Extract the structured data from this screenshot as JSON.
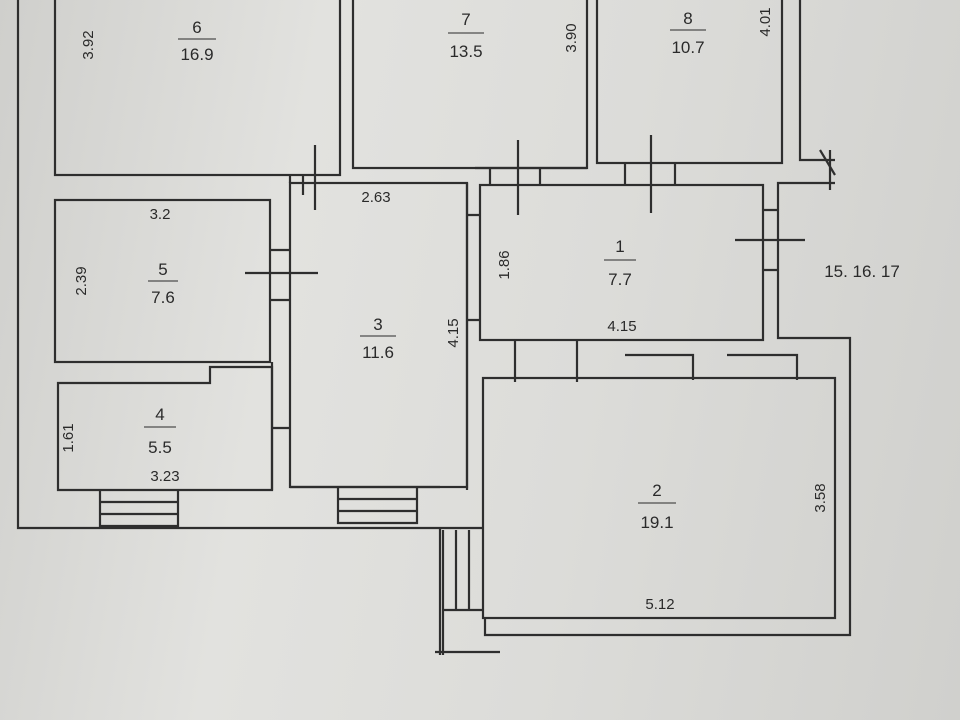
{
  "rooms": [
    {
      "number": "1",
      "area": "7.7"
    },
    {
      "number": "2",
      "area": "19.1"
    },
    {
      "number": "3",
      "area": "11.6"
    },
    {
      "number": "4",
      "area": "5.5"
    },
    {
      "number": "5",
      "area": "7.6"
    },
    {
      "number": "6",
      "area": "16.9"
    },
    {
      "number": "7",
      "area": "13.5"
    },
    {
      "number": "8",
      "area": "10.7"
    }
  ],
  "dimensions": {
    "room6_height": "3.92",
    "room7_height": "3.90",
    "room8_height": "4.01",
    "room5_width": "3.2",
    "room5_height": "2.39",
    "room3_width": "2.63",
    "room3_height": "4.15",
    "room1_height": "1.86",
    "room1_width": "4.15",
    "room4_height": "1.61",
    "room4_width": "3.23",
    "room2_height": "3.58",
    "room2_width": "5.12"
  },
  "corridor_label": "15. 16. 17"
}
